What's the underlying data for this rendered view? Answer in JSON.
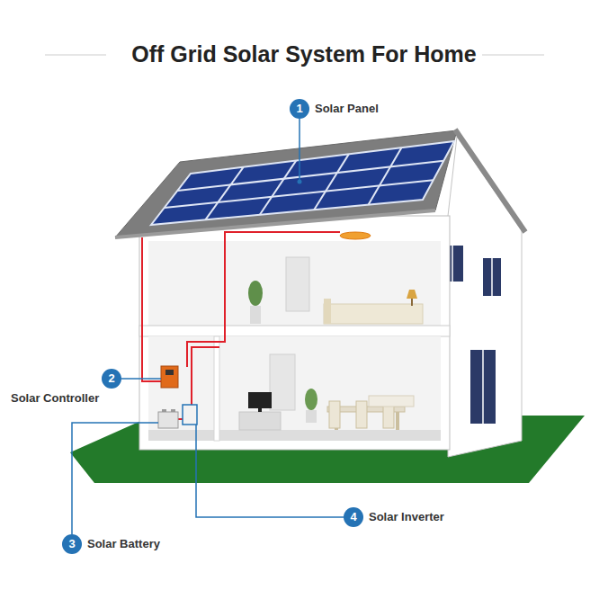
{
  "diagram": {
    "title": "Off Grid Solar System For Home",
    "nodes": [
      {
        "text": [
          "1",
          "Solar Panel"
        ]
      },
      {
        "text": [
          "2",
          "Solar Controller"
        ]
      },
      {
        "text": [
          "4",
          "Solar Inverter"
        ]
      },
      {
        "text": [
          "3",
          "Solar Battery"
        ]
      }
    ]
  }
}
